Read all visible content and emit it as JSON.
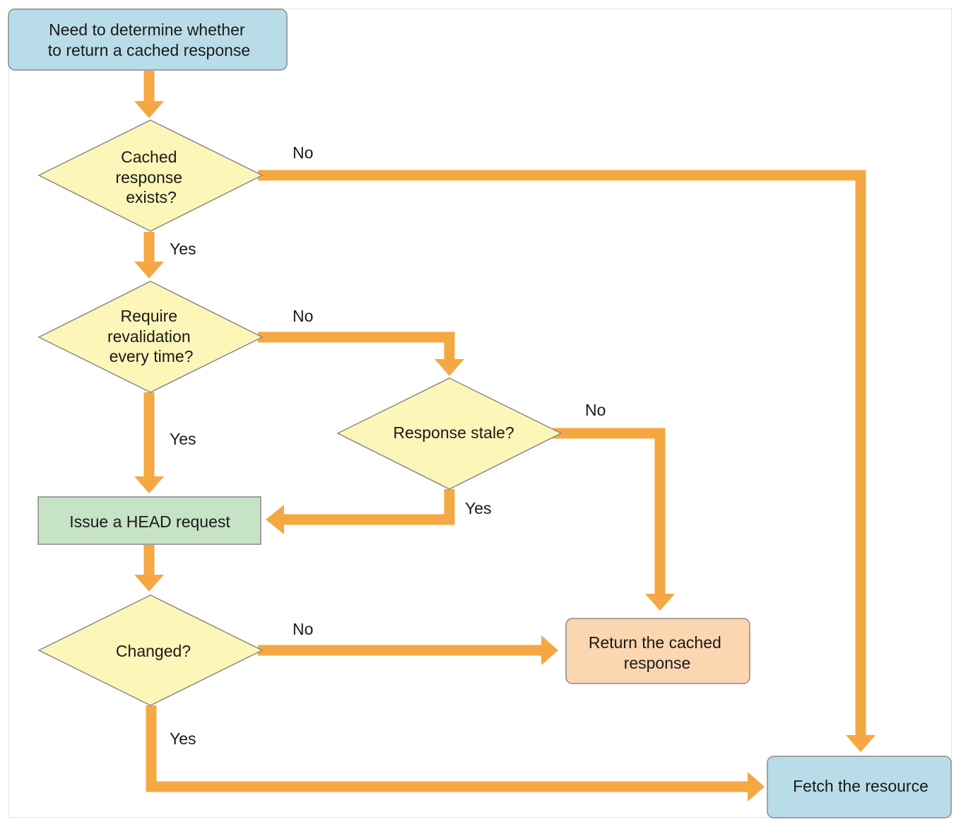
{
  "colors": {
    "arrow": "#f5a842",
    "start_fill": "#b9dde8",
    "decision_fill": "#fdf6b9",
    "action_fill": "#c6e3c5",
    "return_fill": "#fbd6b0",
    "stroke": "#8a8a8a"
  },
  "nodes": {
    "start": {
      "lines": [
        "Need to determine whether",
        "to return a cached response"
      ]
    },
    "cached_exists": {
      "lines": [
        "Cached",
        "response",
        "exists?"
      ]
    },
    "require_reval": {
      "lines": [
        "Require",
        "revalidation",
        "every time?"
      ]
    },
    "response_stale": {
      "lines": [
        "Response stale?"
      ]
    },
    "head_request": {
      "lines": [
        "Issue a HEAD request"
      ]
    },
    "changed": {
      "lines": [
        "Changed?"
      ]
    },
    "return_cached": {
      "lines": [
        "Return the cached",
        "response"
      ]
    },
    "fetch_resource": {
      "lines": [
        "Fetch the resource"
      ]
    }
  },
  "edges": {
    "cached_no": "No",
    "cached_yes": "Yes",
    "reval_no": "No",
    "reval_yes": "Yes",
    "stale_no": "No",
    "stale_yes": "Yes",
    "changed_no": "No",
    "changed_yes": "Yes"
  }
}
